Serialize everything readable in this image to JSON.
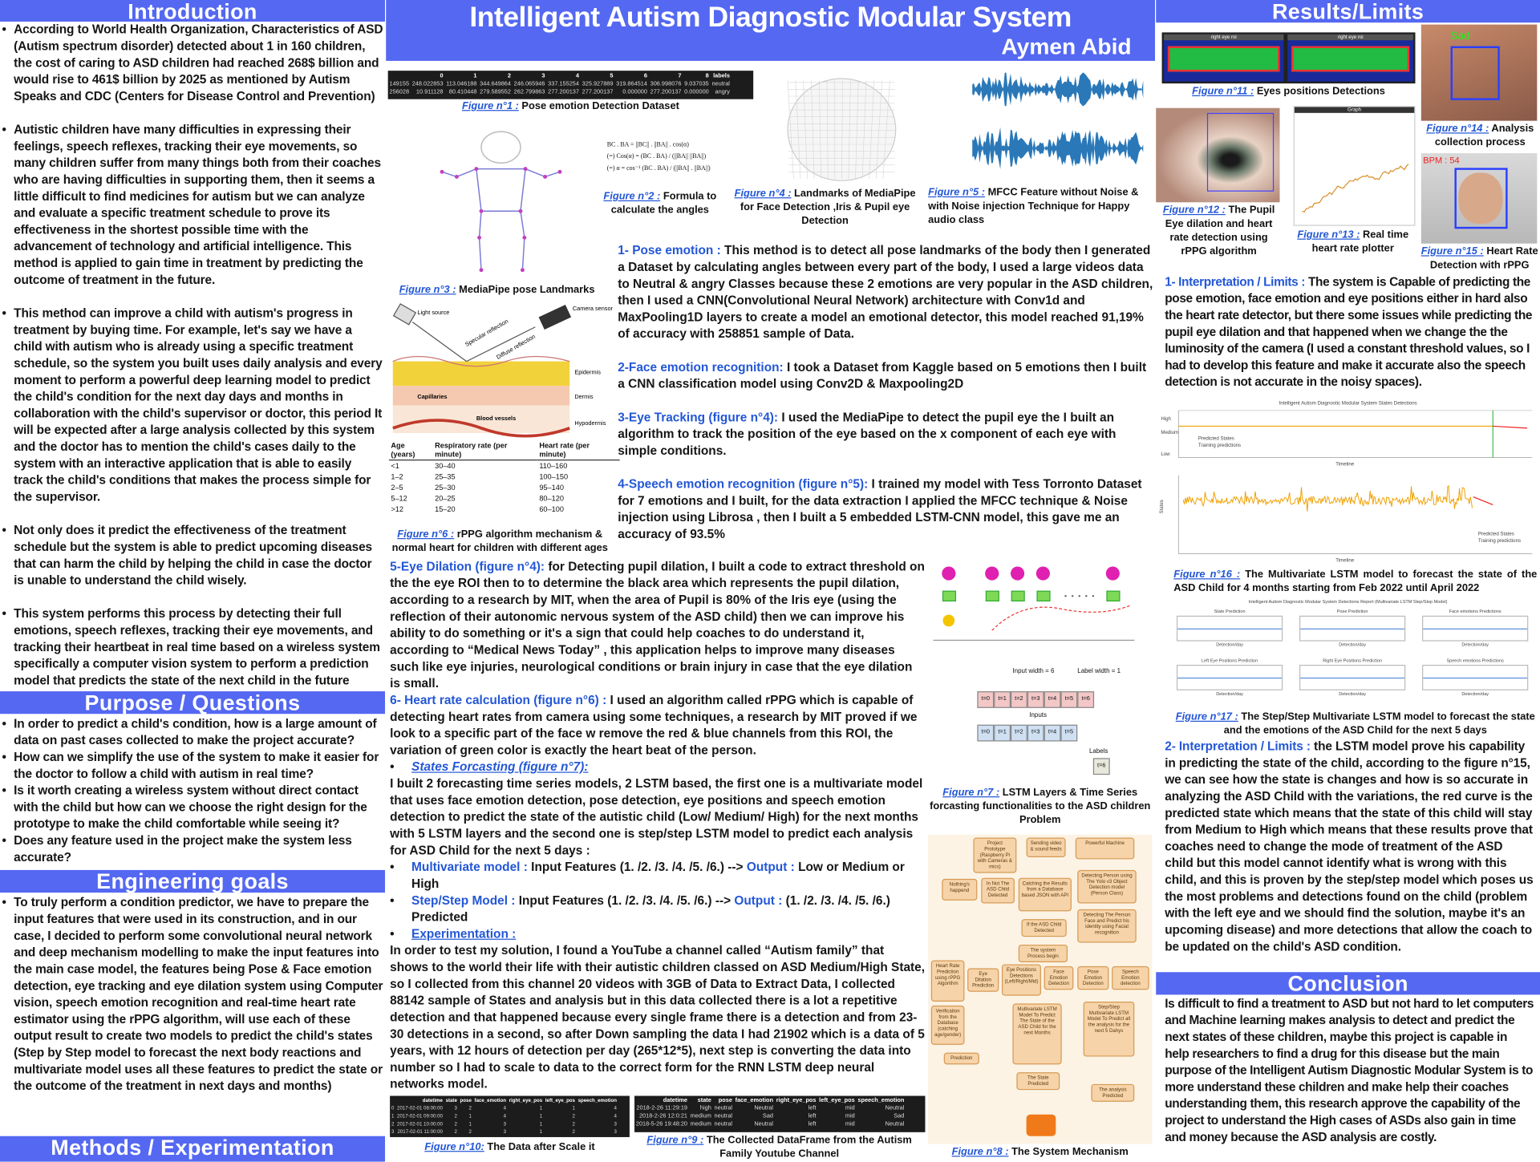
{
  "title": "Intelligent Autism Diagnostic Modular System",
  "author": "Aymen Abid",
  "colors": {
    "header": "#5468f2",
    "accent_blue": "#2357d6"
  },
  "left": {
    "introduction": {
      "heading": "Introduction",
      "paragraphs": [
        "According to World Health Organization, Characteristics of ASD (Autism spectrum disorder) detected about 1 in 160 children, the cost of caring to ASD children had reached 268$ billion and would rise to 461$ billion by 2025 as mentioned by Autism Speaks and CDC (Centers for Disease Control and Prevention)",
        "Autistic children have many difficulties in expressing their feelings, speech reflexes, tracking their eye movements, so many children suffer from many things both from their coaches who are having difficulties in supporting them, then it seems a little difficult to find medicines for autism but we can analyze and evaluate a specific treatment schedule to prove its effectiveness in the shortest possible time with the advancement of technology and artificial intelligence. This method is applied to gain time in treatment by predicting the outcome of treatment in the future.",
        "This method can improve a child with autism's progress in treatment by buying time. For example, let's say we have a child with autism who is already using a specific treatment schedule, so the system you built uses daily analysis and every moment to perform a powerful deep learning model to predict the child's condition for the next day days and months in collaboration with the child's supervisor or doctor, this period It will be expected after a large analysis collected by this system and the doctor has to mention the child's cases daily to the system with an interactive application that is able to easily track the child's conditions that makes the process simple for the supervisor.",
        "Not only does it predict the effectiveness of the treatment schedule but the system is able to predict upcoming diseases that can harm the child by helping the child in case the doctor is unable to understand the child wisely.",
        "This system performs this process by detecting their full emotions, speech reflexes, tracking their eye movements, and tracking their heartbeat in real time based on a wireless system specifically a computer vision system to perform a prediction model that predicts the state of the next child in the future"
      ]
    },
    "purpose": {
      "heading": "Purpose / Questions",
      "items": [
        "In order to predict a child's condition, how is a large amount of data on past cases collected to make the project accurate?",
        "How can we simplify the use of the system to make it easier for the doctor to follow a child with autism in real time?",
        "Is it worth creating a wireless system without direct contact with the child but how can we choose the right design for the prototype to make the child comfortable while seeing it?",
        "Does any feature used in the project make the system less accurate?"
      ]
    },
    "engineering": {
      "heading": "Engineering goals",
      "items": [
        "To truly perform a condition predictor, we have to prepare the input features that were used in its construction, and in our case, I decided to perform some convolutional neural network and deep mechanism modelling to make the input features into the main case model, the features being Pose & Face emotion detection, eye tracking and eye dilation system using Computer vision, speech emotion recognition and real-time heart rate estimator using the rPPG algorithm, will use each of these output result to create two models to predict the child's states (Step by Step model to forecast the next body reactions and multivariate model uses all these features to predict the state or the outcome of the treatment in next days and months)"
      ]
    },
    "methods": {
      "heading": "Methods / Experimentation"
    }
  },
  "center": {
    "fig1": {
      "label": "Figure n°1 :",
      "caption": "Pose emotion Detection  Dataset",
      "columns": [
        "",
        "0",
        "1",
        "2",
        "3",
        "4",
        "5",
        "6",
        "7",
        "8",
        "labels"
      ],
      "rows": [
        [
          "149155",
          "248.022853",
          "113.046188",
          "344.649864",
          "246.065946",
          "337.155254",
          "325.927889",
          "319.864514",
          "306.998076",
          "9.037035",
          "neutral"
        ],
        [
          "256028",
          "10.911128",
          "80.410448",
          "279.589552",
          "262.799863",
          "277.200137",
          "277.200137",
          "0.000000",
          "277.200137",
          "0.000000",
          "angry"
        ]
      ]
    },
    "fig2": {
      "label": "Figure n°2 :",
      "caption": "Formula to calculate the angles",
      "formula": [
        "BC . BA = ||BC|| . ||BA|| . cos(α)",
        "(=) Cos(α) = (BC . BA) / (||BA|| ||BA||)",
        "(=) α = cos⁻¹ (BC . BA) / (||BA|| . ||BA||)"
      ]
    },
    "fig3": {
      "label": "Figure n°3 :",
      "caption": "MediaPipe pose Landmarks"
    },
    "fig4": {
      "label": "Figure n°4 :",
      "caption": "Landmarks of MediaPipe for Face Detection ,Iris & Pupil eye Detection"
    },
    "fig5": {
      "label": "Figure n°5 :",
      "caption": "MFCC Feature without Noise & with Noise injection Technique for Happy audio class"
    },
    "fig6": {
      "label": "Figure n°6 :",
      "caption": "rPPG algorithm mechanism & normal heart for children with different ages",
      "diagram_labels": [
        "Light source",
        "Camera sensor",
        "Specular reflection",
        "Diffuse reflection",
        "Epidermis",
        "Dermis",
        "Hypodermis",
        "Capillaries",
        "Blood vessels"
      ],
      "columns": [
        "Age (years)",
        "Respiratory rate (per minute)",
        "Heart rate (per minute)"
      ],
      "rows": [
        [
          "<1",
          "30–40",
          "110–160"
        ],
        [
          "1–2",
          "25–35",
          "100–150"
        ],
        [
          "2–5",
          "25–30",
          "95–140"
        ],
        [
          "5–12",
          "20–25",
          "80–120"
        ],
        [
          ">12",
          "15–20",
          "60–100"
        ]
      ]
    },
    "methods_top": [
      {
        "label": "1- Pose emotion :",
        "text": " This method is to detect all pose landmarks of the body then I generated a Dataset by calculating angles between every part of the body, I used a large videos data to Neutral & angry Classes because these 2 emotions are very popular in the ASD children, then I used a CNN(Convolutional Neural Network) architecture with Conv1d and MaxPooling1D layers to create a model an emotional detector, this model reached 91,19% of accuracy with 258851 sample of Data."
      },
      {
        "label": "2-Face emotion recognition:",
        "text": " I took a Dataset from Kaggle based on 5 emotions then I built a CNN classification model using Conv2D & Maxpooling2D"
      },
      {
        "label": "3-Eye Tracking (figure n°4):",
        "text": "  I used the MediaPipe to detect the pupil eye the I built an algorithm to track the position of the eye based on the x component of each eye with simple conditions."
      },
      {
        "label": "4-Speech emotion recognition (figure n°5):",
        "text": " I trained my model with Tess Torronto Dataset for 7 emotions and I built, for the data extraction I applied the MFCC technique & Noise injection using Librosa , then I built a 5 embedded LSTM-CNN model, this gave me an accuracy of 93.5%"
      }
    ],
    "methods_main": {
      "eye_dilation": {
        "label": "5-Eye Dilation (figure n°4):",
        "text": " for Detecting pupil dilation, I built a code to extract threshold on the the eye ROI then to to determine the black area which represents the pupil dilation, according to a research by MIT, when the area of Pupil is 80% of the Iris eye (using the reflection of their autonomic nervous system of the ASD child) then we can improve his ability to do something or it's a sign that could help coaches to do understand it, according to “Medical News Today” , this application helps to improve many diseases such like eye injuries, neurological conditions or brain injury in case that the eye dilation is small."
      },
      "heart_rate": {
        "label": "6- Heart rate calculation (figure n°6) :",
        "text": " I used an algorithm called rPPG which is capable of detecting heart rates from camera using some techniques, a research by MIT proved if we look to a specific part of the face w remove the red & blue channels from this ROI, the variation of green color is exactly the heart beat of the person."
      },
      "states_heading": "States Forcasting (figure n°7):",
      "states_text": "I built 2 forecasting time series models, 2 LSTM based, the first one is a multivariate model that uses face emotion detection, pose detection, eye positions and speech emotion detection to predict the state of the autistic child (Low/ Medium/ High) for the next months with 5 LSTM layers and the second one is step/step LSTM model to predict each analysis for ASD Child for the next 5 days :",
      "models": [
        {
          "label": "Multivariate model :",
          "text": " Input Features (1. /2. /3. /4. /5. /6.) --> ",
          "out_label": "Output :",
          "out": " Low or Medium or High"
        },
        {
          "label": "Step/Step Model :",
          "text": " Input Features (1. /2. /3. /4. /5. /6.) --> ",
          "out_label": "Output :",
          "out": " (1. /2. /3. /4. /5. /6.) Predicted"
        }
      ],
      "experimentation_heading": "Experimentation :",
      "experimentation_text": "In order to test my solution, I found a YouTube a channel called “Autism family” that shows to the world their life with their autistic children classed on ASD Medium/High State, so I collected from this channel 20 videos with 3GB of Data to Extract Data, I collected 88142 sample of States and analysis but in this data collected there is a lot a repetitive detection and that happened because every single frame there is a detection and from 23-30 detections in a second, so after Down sampling the data I had 21902 which is a data of 5 years, with 12 hours of detection per day (265*12*5), next step is converting the data into number so I had to scale to data to the correct form for the RNN LSTM deep neural networks model."
    },
    "fig7": {
      "label": "Figure n°7 :",
      "caption": "LSTM Layers & Time Series forcasting functionalities to the ASD children Problem",
      "input_width": "Input width = 6",
      "label_width": "Label width = 1",
      "inputs": "Inputs",
      "labels": "Labels",
      "top_cells": [
        "t=0",
        "t=1",
        "t=2",
        "t=3",
        "t=4",
        "t=5",
        "t=6"
      ],
      "input_cells": [
        "t=0",
        "t=1",
        "t=2",
        "t=3",
        "t=4",
        "t=5"
      ],
      "label_cell": "t=6"
    },
    "fig8": {
      "label": "Figure n°8 :",
      "caption": "The System Mechanism",
      "boxes": [
        "Project Prototype (Raspberry Pi with Cameras & mics)",
        "Sending video & sound feeds",
        "Powerful Machine",
        "Detecting Person using The Yolo v3 Object Detection model (Person Class)",
        "Nothing's happend",
        "In Not The ASD Child Detected",
        "Catching the Results from a Database based JSON with API",
        "If the ASD Child Detected",
        "Detecting The Person Face and Predict his identity using Facial recognition",
        "The system Process begin",
        "Heart Rate Prediction using rPPG Algorithm",
        "Eye Dilation Prediction",
        "Eye Positions Detections (Left/Right/Mid)",
        "Face Emotion Detection",
        "Pose Emotion Detection",
        "Speech Emotion detection",
        "Verification from the Database (catching age/gender)",
        "Multivariate LSTM Model To Predict The State of the ASD Child for the next Months",
        "Step/Step Multivariate LSTM Model To Predict all the analysis for the next 5 Dahys",
        "Prediction",
        "The State Predicted",
        "The analysis Predicted"
      ]
    },
    "fig9": {
      "label": "Figure n°9 :",
      "caption": "The Collected DataFrame from the Autism Family Youtube Channel",
      "columns": [
        "datetime",
        "state",
        "pose",
        "face_emotion",
        "right_eye_pos",
        "left_eye_pos",
        "speech_emotion"
      ],
      "rows": [
        [
          "2018-2-26 11:29:19",
          "high",
          "neutral",
          "Neutral",
          "left",
          "mid",
          "Neutral"
        ],
        [
          "2018-2-26 12:0:21",
          "medium",
          "neutral",
          "Sad",
          "left",
          "mid",
          "Sad"
        ],
        [
          "2018-5-26 19:48:20",
          "medium",
          "neutral",
          "Neutral",
          "left",
          "mid",
          "Neutral"
        ]
      ]
    },
    "fig10": {
      "label": "Figure n°10:",
      "caption": "The Data after Scale it",
      "columns": [
        "",
        "datetime",
        "state",
        "pose",
        "face_emotion",
        "right_eye_pos",
        "left_eye_pos",
        "speech_emotion"
      ],
      "rows": [
        [
          "0",
          "2017-02-01 08:00:00",
          "3",
          "2",
          "4",
          "1",
          "1",
          "4"
        ],
        [
          "1",
          "2017-02-01 09:00:00",
          "2",
          "1",
          "4",
          "1",
          "2",
          "4"
        ],
        [
          "2",
          "2017-02-01 10:00:00",
          "2",
          "1",
          "3",
          "1",
          "2",
          "3"
        ],
        [
          "3",
          "2017-02-01 11:00:00",
          "2",
          "2",
          "3",
          "1",
          "2",
          "3"
        ]
      ]
    }
  },
  "right": {
    "heading": "Results/Limits",
    "fig11": {
      "label": "Figure n°11 :",
      "caption": "Eyes positions Detections",
      "window_titles": [
        "right eye roi",
        "right eye roi"
      ]
    },
    "fig12": {
      "label": "Figure n°12 :",
      "caption": "The Pupil Eye dilation and heart rate detection using rPPG algorithm"
    },
    "fig13": {
      "label": "Figure n°13 :",
      "caption": "Real time heart rate plotter",
      "window_title": "Graph"
    },
    "fig14": {
      "label": "Figure n°14 :",
      "caption": "Analysis collection process",
      "overlay": "Sad"
    },
    "fig15": {
      "label": "Figure n°15 :",
      "caption": "Heart Rate Detection with rPPG",
      "overlay": "BPM : 54"
    },
    "interp1": {
      "label": "1- Interpretation / Limits :",
      "text": " The system is Capable of predicting the pose emotion, face emotion and eye positions either in hard also the heart rate detector, but there some issues while predicting the pupil eye dilation and that happened when we change the the luminosity of the camera (I used a constant threshold values, so I had to develop this feature and make it accurate also the speech detection is not accurate in the noisy spaces)."
    },
    "fig16": {
      "label": "Figure n°16 :",
      "caption": "The Multivariate LSTM model to forecast the state of the ASD Child for 4 months starting from Feb 2022 until April 2022",
      "chart_title": "Intelligent Autism Diagnostic Modular System States Detections",
      "y_ticks": [
        "High",
        "Medium",
        "Low"
      ],
      "legend": [
        "Predicted States",
        "Training predictions"
      ],
      "xlabel": "Timeline",
      "ylabel": "States"
    },
    "fig17": {
      "label": "Figure n°17 :",
      "caption": "The Step/Step Multivariate LSTM model to forecast the state and the emotions of the ASD Child for the next 5 days",
      "chart_title": "Intelligent Autism Diagnostic Modular System Detections Report (Multivariate LSTM Step/Step Model)",
      "panels": [
        "State Prediction",
        "Pose Prediction",
        "Face emotions Predictions",
        "Left Eye Positions Prediction",
        "Right Eye Positions Prediction",
        "Speech emotions Predictions"
      ],
      "xlabel": "Detection/day"
    },
    "interp2": {
      "label": "2- Interpretation / Limits :",
      "text": " the LSTM model prove his capability in predicting the state of the child, according to the figure n°15, we can see how the state is changes and how is so accurate in analyzing the ASD Child with the variations, the red curve is the predicted state which means that the state of this child will stay from Medium to High which means that these results prove that coaches need to change the mode of treatment of the ASD child but this model cannot identify what is wrong with this child, and this is proven by the step/step model which poses us the most problems and detections found on the child (problem with the left eye and we should find the solution, maybe it's an upcoming disease) and more detections that allow the coach to be updated on the child's ASD condition."
    },
    "conclusion": {
      "heading": "Conclusion",
      "text": "Is difficult to find a treatment to ASD but not hard to let computers and Machine learning makes analysis to detect and predict the next states of these children, maybe this project is capable in help researchers to find a drug for this disease but the main purpose of the Intelligent Autism Diagnostic Modular System is to more understand these children and make help their coaches understanding them, this research approve the capability of the project to understand the High cases of ASDs also gain in time and money because the ASD analysis are costly."
    }
  }
}
